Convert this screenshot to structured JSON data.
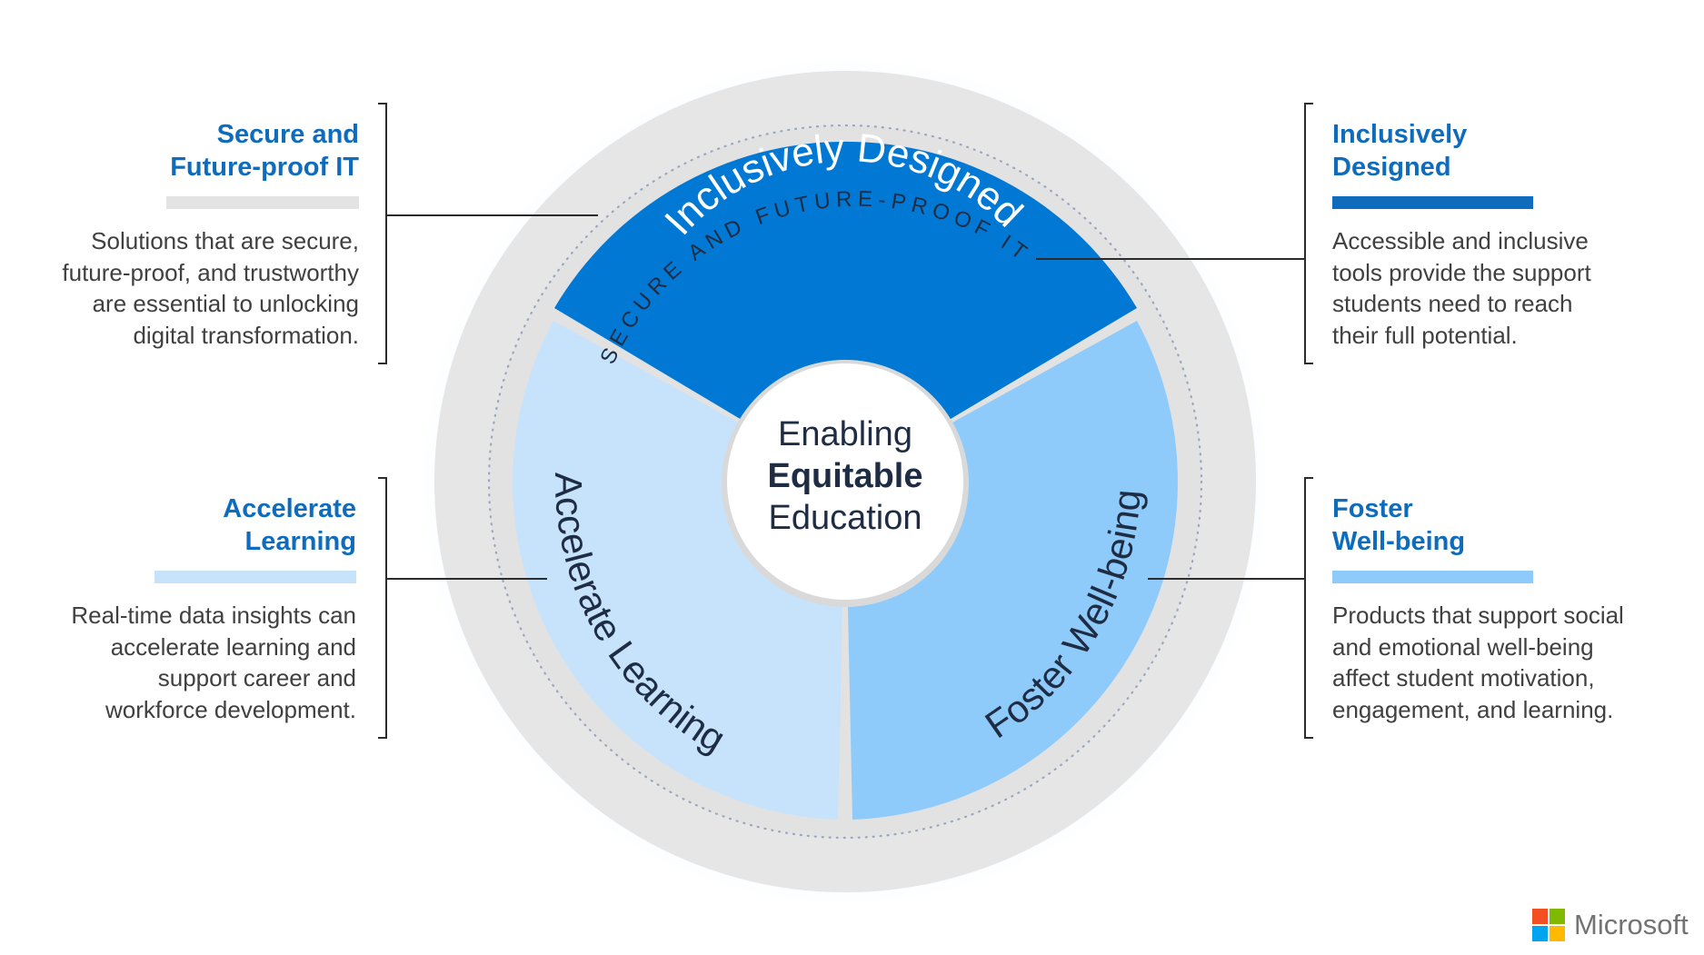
{
  "center": {
    "line1": "Enabling",
    "line2": "Equitable",
    "line3": "Education"
  },
  "outer_ring_label": "SECURE AND FUTURE-PROOF IT",
  "segments": {
    "top": "Inclusively Designed",
    "left": "Accelerate Learning",
    "right": "Foster Well-being"
  },
  "panels": {
    "secure": {
      "heading_line1": "Secure and",
      "heading_line2": "Future-proof IT",
      "body": [
        "Solutions that are secure,",
        "future-proof, and trustworthy",
        "are essential to unlocking",
        "digital transformation."
      ]
    },
    "accelerate": {
      "heading_line1": "Accelerate",
      "heading_line2": "Learning",
      "body": [
        "Real-time data insights can",
        "accelerate learning and",
        "support career and",
        "workforce development."
      ]
    },
    "inclusive": {
      "heading_line1": "Inclusively",
      "heading_line2": "Designed",
      "body": [
        "Accessible and inclusive",
        "tools provide the support",
        "students need to reach",
        "their full potential."
      ]
    },
    "foster": {
      "heading_line1": "Foster",
      "heading_line2": "Well-being",
      "body": [
        "Products that support social",
        "and emotional well-being",
        "affect student motivation,",
        "engagement, and learning."
      ]
    }
  },
  "brand": {
    "name": "Microsoft"
  },
  "colors": {
    "heading": "#0f6cbd",
    "segment_top": "#0078d4",
    "segment_left": "#c7e3fb",
    "segment_right": "#8ecbfa",
    "outer_ring": "#e6e6e6",
    "glow": "#5aa9f0",
    "bar_secure": "#e3e3e3",
    "bar_accelerate": "#c7e3fb",
    "bar_inclusive": "#0f6cbd",
    "bar_foster": "#8ecbfa",
    "ms_red": "#f25022",
    "ms_green": "#7fba00",
    "ms_blue": "#00a4ef",
    "ms_yellow": "#ffb900"
  }
}
